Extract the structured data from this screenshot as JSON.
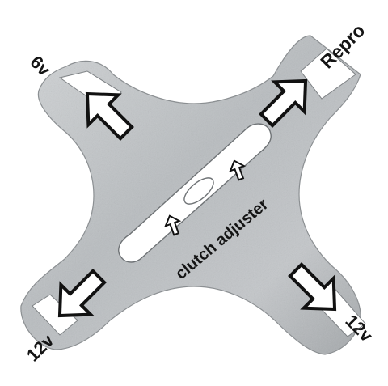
{
  "labels": {
    "top_left": "6v",
    "top_right": "Repro",
    "bottom_left": "12v",
    "bottom_right": "12v",
    "center": "clutch adjuster"
  },
  "colors": {
    "metal_light": "#c9ccce",
    "metal_mid": "#aeb2b5",
    "metal_dark": "#8f9396",
    "arrow_fill": "#ffffff",
    "arrow_stroke": "#111111",
    "text": "#141414",
    "background": "#ffffff"
  },
  "icons": {
    "arrow_top_left": "arrow-up-left-icon",
    "arrow_top_right": "arrow-up-right-icon",
    "arrow_bottom_left": "arrow-down-left-icon",
    "arrow_bottom_right": "arrow-down-right-icon",
    "slot_arrows": "small-arrow-up-icon"
  }
}
